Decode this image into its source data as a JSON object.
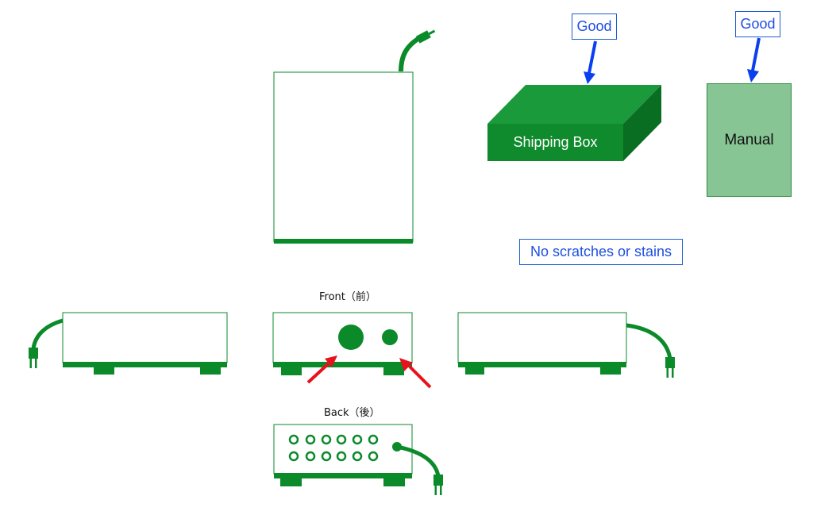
{
  "labels": {
    "good_box": "Good",
    "good_manual": "Good",
    "condition": "No scratches or stains"
  },
  "items": {
    "shipping_box": "Shipping Box",
    "manual": "Manual"
  },
  "views": {
    "front": "Front（前）",
    "back": "Back（後）"
  },
  "colors": {
    "device_green": "#0b8a2a",
    "box_top": "#1a9a3a",
    "box_front": "#0f8a2c",
    "box_side": "#0a6e22",
    "manual_fill": "#88c594",
    "label_blue": "#1f4fe0",
    "arrow_blue": "#0a3ff0",
    "arrow_red": "#e8121c"
  },
  "icons": [
    "power-plug-icon",
    "blue-arrow-icon",
    "red-arrow-icon",
    "port-circle-icon"
  ]
}
